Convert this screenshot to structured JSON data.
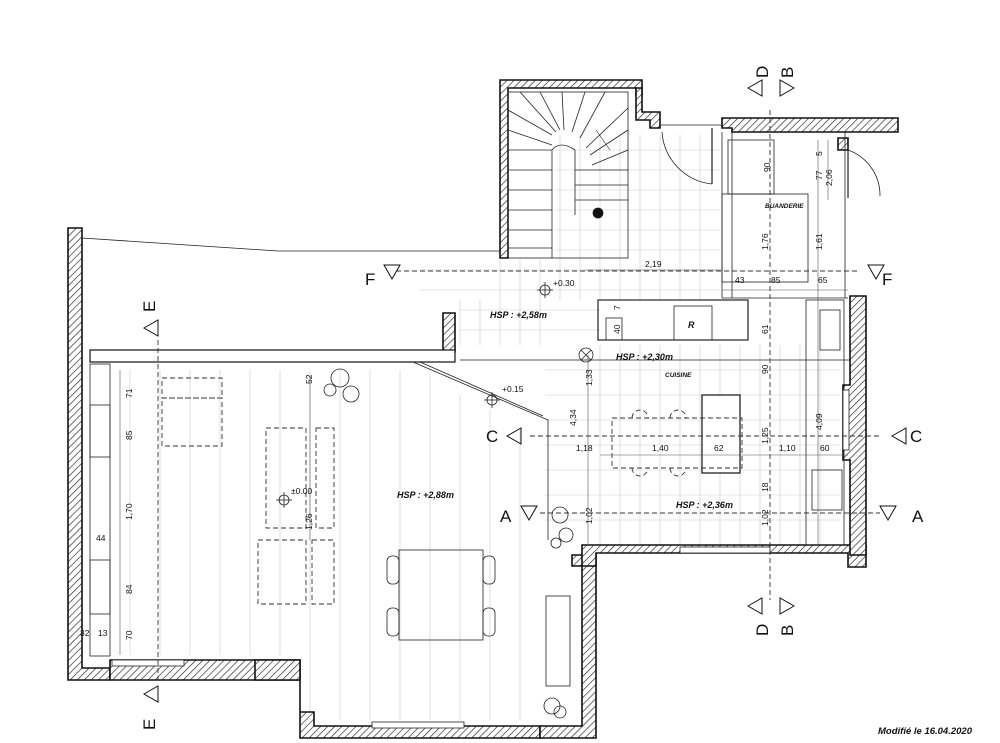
{
  "modified_note": "Modifié le 16.04.2020",
  "section_markers": {
    "A": "A",
    "B": "B",
    "C": "C",
    "D": "D",
    "E": "E",
    "F": "F"
  },
  "rooms": {
    "buanderie": "BUANDERIE",
    "cuisine": "CUISINE",
    "fridge": "R"
  },
  "heights": {
    "hsp_entry": "HSP : +2,58m",
    "hsp_kitchen_top": "HSP : +2,30m",
    "hsp_living": "HSP : +2,88m",
    "hsp_kitchen": "HSP : +2,36m"
  },
  "levels": {
    "l1": "+0.30",
    "l2": "+0.15",
    "l3": "±0.00"
  },
  "dimensions": {
    "d_219": "2,19",
    "d_43": "43",
    "d_85": "85",
    "d_65": "65",
    "d_90a": "90",
    "d_176": "1,76",
    "d_161": "1,61",
    "d_77": "77",
    "d_206": "2,06",
    "d_5": "5",
    "d_61": "61",
    "d_90b": "90",
    "d_125": "1,25",
    "d_18": "18",
    "d_102r": "1,02",
    "d_110": "1,10",
    "d_62": "62",
    "d_140": "1,40",
    "d_118": "1,18",
    "d_133": "1,33",
    "d_434": "4,34",
    "d_102l": "1,02",
    "d_40": "40",
    "d_7": "7",
    "d_409": "4,09",
    "d_60": "60",
    "d_71": "71",
    "d_85l": "85",
    "d_170": "1,70",
    "d_44": "44",
    "d_84": "84",
    "d_32": "32",
    "d_13": "13",
    "d_70": "70",
    "d_52": "52",
    "d_126": "1,26"
  }
}
